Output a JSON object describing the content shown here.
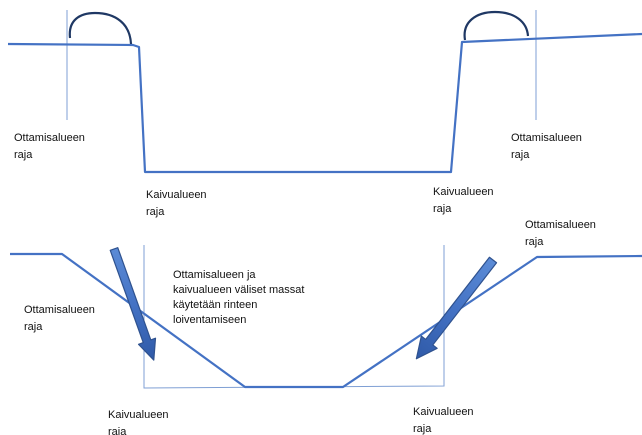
{
  "labels": {
    "top_left_ottamis": [
      "Ottamisalueen",
      "raja"
    ],
    "top_right_ottamis": [
      "Ottamisalueen",
      "raja"
    ],
    "top_left_kaivu": [
      "Kaivualueen",
      "raja"
    ],
    "top_right_kaivu": [
      "Kaivualueen",
      "raja"
    ],
    "bottom_left_ottamis": [
      "Ottamisalueen",
      "raja"
    ],
    "bottom_right_ottamis": [
      "Ottamisalueen",
      "raja"
    ],
    "bottom_left_kaivu": [
      "Kaivualueen",
      "raja"
    ],
    "bottom_right_kaivu": [
      "Kaivualueen",
      "raja"
    ],
    "annotation": [
      "Ottamisalueen ja",
      "kaivualueen väliset massat",
      "käytetään rinteen",
      "loiventamiseen"
    ]
  },
  "colors": {
    "profile_line": "#4472c4",
    "boundary_line": "#7f9fd4",
    "soil_heap": "#1f3864",
    "arrow_fill": "#4472c4",
    "arrow_stroke": "#2f528f",
    "text": "#111111"
  }
}
